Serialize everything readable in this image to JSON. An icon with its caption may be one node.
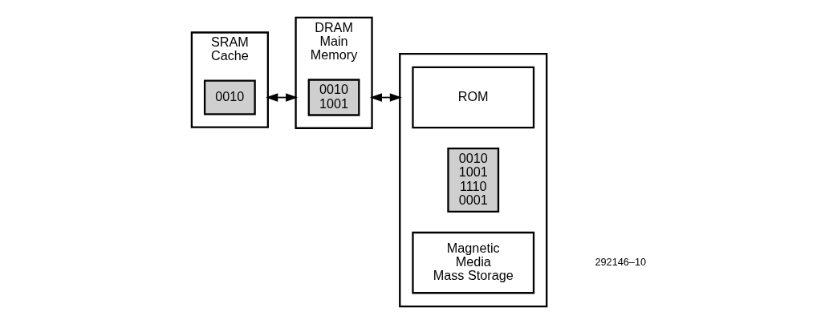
{
  "diagram": {
    "nodes": [
      {
        "text": [
          "SRAM Cache"
        ]
      },
      {
        "text": [
          "0010"
        ],
        "in": 0
      },
      {
        "text": [
          "DRAM Main Memory"
        ]
      },
      {
        "text": [
          "0010 1001"
        ],
        "in": 2
      },
      {
        "text": [],
        "shape": "box"
      },
      {
        "text": [
          "ROM"
        ],
        "in": 4
      },
      {
        "text": [
          "0010 1001 1110 0001"
        ],
        "in": 4
      },
      {
        "text": [
          "Magnetic Media Mass Storage"
        ],
        "in": 4
      }
    ],
    "edges": [
      {
        "from": 0,
        "to": 2,
        "arrow": "both"
      },
      {
        "from": 2,
        "to": 4,
        "arrow": "both"
      }
    ],
    "labels": [
      "292146–10"
    ]
  }
}
